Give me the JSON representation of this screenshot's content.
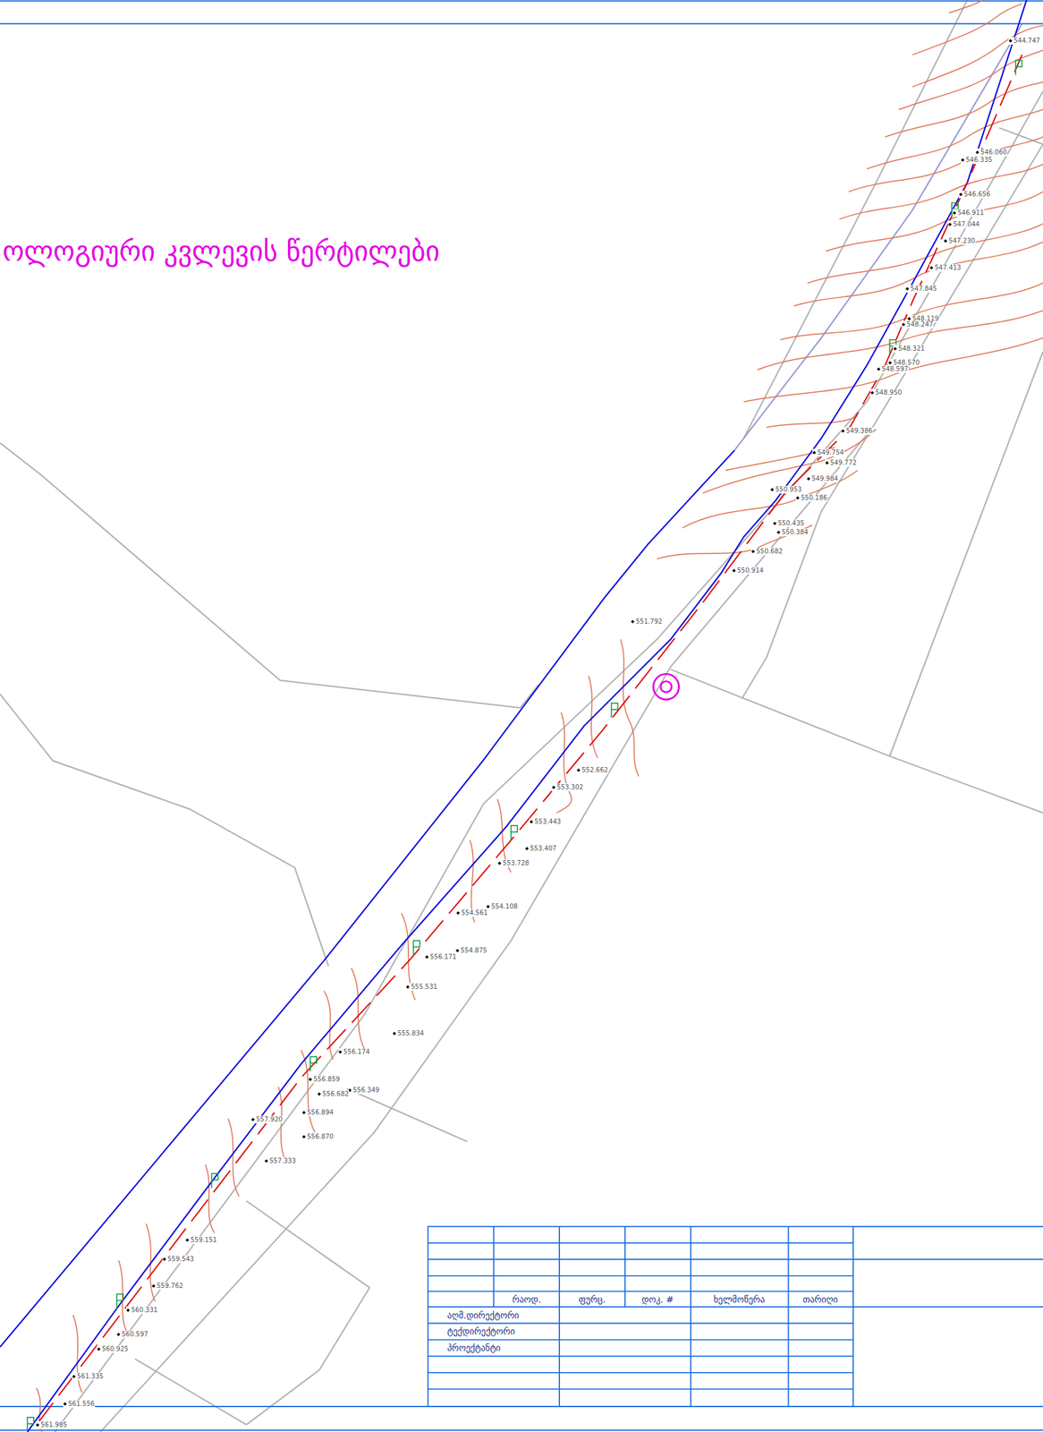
{
  "diagram": {
    "title": "ოლოგიური კვლევის წერტილები",
    "labels": [
      "544.747",
      "546.060",
      "546.335",
      "546.656",
      "546.911",
      "547.044",
      "547.230",
      "547.413",
      "547.845",
      "548.119",
      "548.247",
      "548.321",
      "548.570",
      "548.597",
      "548.950",
      "549.386",
      "549.754",
      "549.772",
      "549.984",
      "550.953",
      "550.186",
      "550.435",
      "550.384",
      "550.682",
      "550.914",
      "551.792",
      "552.662",
      "553.302",
      "553.443",
      "553.407",
      "553.728",
      "554.108",
      "554.561",
      "554.875",
      "556.171",
      "555.531",
      "555.834",
      "556.174",
      "556.859",
      "556.349",
      "556.682",
      "556.894",
      "556.870",
      "557.920",
      "557.333",
      "559.151",
      "559.543",
      "559.762",
      "560.331",
      "560.597",
      "560.925",
      "561.335",
      "561.556",
      "561.985",
      "რაოდ.",
      "ფურც.",
      "დოკ. #",
      "ხელმოწერა",
      "თარიღი",
      "აღმ.დირექტორი",
      "ტექდირექტორი",
      "პროექტანტი"
    ]
  }
}
